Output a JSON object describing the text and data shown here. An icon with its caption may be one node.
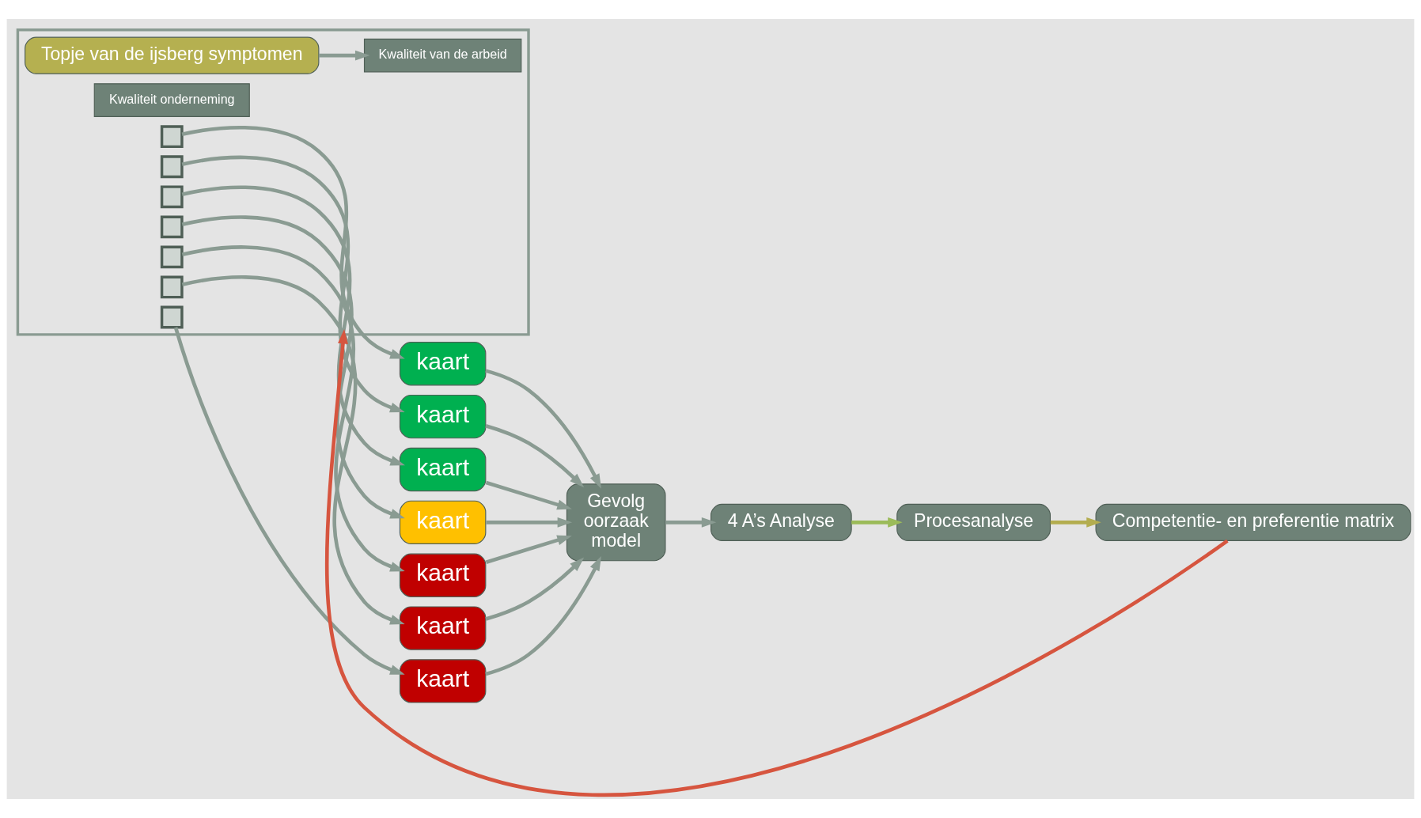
{
  "diagram": {
    "nodes": [
      {
        "text": [],
        "shape": "box"
      },
      {
        "text": [
          "Topje van de ijsberg symptomen"
        ],
        "in": 0
      },
      {
        "text": [
          "Kwaliteit van de arbeid"
        ],
        "in": 0
      },
      {
        "text": [
          "Kwaliteit onderneming"
        ],
        "in": 0
      },
      {
        "text": [],
        "shape": "box",
        "in": 0
      },
      {
        "text": [],
        "shape": "box",
        "in": 0
      },
      {
        "text": [],
        "shape": "box",
        "in": 0
      },
      {
        "text": [],
        "shape": "box",
        "in": 0
      },
      {
        "text": [],
        "shape": "box",
        "in": 0
      },
      {
        "text": [],
        "shape": "box",
        "in": 0
      },
      {
        "text": [],
        "shape": "box",
        "in": 0
      },
      {
        "text": [
          "kaart"
        ]
      },
      {
        "text": [
          "kaart"
        ]
      },
      {
        "text": [
          "kaart"
        ]
      },
      {
        "text": [
          "kaart"
        ]
      },
      {
        "text": [
          "kaart"
        ]
      },
      {
        "text": [
          "kaart"
        ]
      },
      {
        "text": [
          "kaart"
        ]
      },
      {
        "text": [
          "Gevolg",
          "oorzaak",
          "model"
        ]
      },
      {
        "text": [
          "4 A’s Analyse"
        ]
      },
      {
        "text": [
          "Procesanalyse"
        ]
      },
      {
        "text": [
          "Competentie- en preferentie matrix"
        ]
      }
    ],
    "edges": [
      {
        "from": 1,
        "to": 2,
        "arrow": "to"
      },
      {
        "from": 4,
        "to": 11,
        "arrow": "to"
      },
      {
        "from": 5,
        "to": 12,
        "arrow": "to"
      },
      {
        "from": 6,
        "to": 13,
        "arrow": "to"
      },
      {
        "from": 7,
        "to": 14,
        "arrow": "to"
      },
      {
        "from": 8,
        "to": 15,
        "arrow": "to"
      },
      {
        "from": 9,
        "to": 16,
        "arrow": "to"
      },
      {
        "from": 10,
        "to": 17,
        "arrow": "to"
      },
      {
        "from": 11,
        "to": 18,
        "arrow": "to"
      },
      {
        "from": 12,
        "to": 18,
        "arrow": "to"
      },
      {
        "from": 13,
        "to": 18,
        "arrow": "to"
      },
      {
        "from": 14,
        "to": 18,
        "arrow": "to"
      },
      {
        "from": 15,
        "to": 18,
        "arrow": "to"
      },
      {
        "from": 16,
        "to": 18,
        "arrow": "to"
      },
      {
        "from": 17,
        "to": 18,
        "arrow": "to"
      },
      {
        "from": 18,
        "to": 19,
        "arrow": "to"
      },
      {
        "from": 19,
        "to": 20,
        "arrow": "to",
        "color": "#9bbb59"
      },
      {
        "from": 20,
        "to": 21,
        "arrow": "to",
        "color": "#b3ad4f"
      },
      {
        "from": 21,
        "to": 0,
        "arrow": "to",
        "color": "#d6553f"
      }
    ]
  }
}
